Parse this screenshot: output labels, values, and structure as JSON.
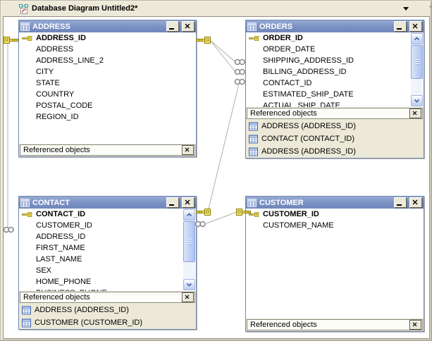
{
  "tab": {
    "label": "Database Diagram Untitled2*"
  },
  "icons": {
    "tab_diagram": "diagram-with-page",
    "tab_dropdown": "black down triangle",
    "edge_partial": "◁",
    "window_table": "table-grid",
    "minimize": "_",
    "close": "x",
    "panel_close": "x",
    "primary_key": "yellow key",
    "many_side": "infinity rings",
    "referenced_table": "table-grid",
    "scroll_up": "chevron-up",
    "scroll_down": "chevron-down"
  },
  "colors": {
    "titlebar": "#7a90c3",
    "panel_bg": "#ece9d8",
    "canvas_bg": "#ffffff",
    "connector_line": "#b3b0a7",
    "key_yellow": "#f5e55e",
    "scrollbar_blue": "#c2d3f6"
  },
  "tables": [
    {
      "name": "ADDRESS",
      "referenced_label": "Referenced objects",
      "fields": [
        {
          "name": "ADDRESS_ID",
          "pk": true
        },
        {
          "name": "ADDRESS"
        },
        {
          "name": "ADDRESS_LINE_2"
        },
        {
          "name": "CITY"
        },
        {
          "name": "STATE"
        },
        {
          "name": "COUNTRY"
        },
        {
          "name": "POSTAL_CODE"
        },
        {
          "name": "REGION_ID"
        }
      ],
      "referenced": []
    },
    {
      "name": "ORDERS",
      "referenced_label": "Referenced objects",
      "fields": [
        {
          "name": "ORDER_ID",
          "pk": true
        },
        {
          "name": "ORDER_DATE"
        },
        {
          "name": "SHIPPING_ADDRESS_ID"
        },
        {
          "name": "BILLING_ADDRESS_ID"
        },
        {
          "name": "CONTACT_ID"
        },
        {
          "name": "ESTIMATED_SHIP_DATE"
        },
        {
          "name": "ACTUAL_SHIP_DATE",
          "clipped": true
        }
      ],
      "referenced": [
        {
          "name": "ADDRESS (ADDRESS_ID)"
        },
        {
          "name": "CONTACT (CONTACT_ID)"
        },
        {
          "name": "ADDRESS (ADDRESS_ID)"
        }
      ]
    },
    {
      "name": "CONTACT",
      "referenced_label": "Referenced objects",
      "fields": [
        {
          "name": "CONTACT_ID",
          "pk": true
        },
        {
          "name": "CUSTOMER_ID"
        },
        {
          "name": "ADDRESS_ID"
        },
        {
          "name": "FIRST_NAME"
        },
        {
          "name": "LAST_NAME"
        },
        {
          "name": "SEX"
        },
        {
          "name": "HOME_PHONE"
        },
        {
          "name": "BUSINESS_PHONE",
          "clipped": true
        }
      ],
      "referenced": [
        {
          "name": "ADDRESS (ADDRESS_ID)"
        },
        {
          "name": "CUSTOMER (CUSTOMER_ID)"
        }
      ]
    },
    {
      "name": "CUSTOMER",
      "referenced_label": "Referenced objects",
      "fields": [
        {
          "name": "CUSTOMER_ID",
          "pk": true
        },
        {
          "name": "CUSTOMER_NAME"
        }
      ],
      "referenced": []
    }
  ],
  "relationships": [
    {
      "one": "ADDRESS",
      "many": "ORDERS"
    },
    {
      "one": "ADDRESS",
      "many": "ORDERS"
    },
    {
      "one": "CONTACT",
      "many": "ORDERS"
    },
    {
      "one": "CUSTOMER",
      "many": "CONTACT"
    },
    {
      "one": "ADDRESS",
      "many": "CONTACT"
    }
  ]
}
